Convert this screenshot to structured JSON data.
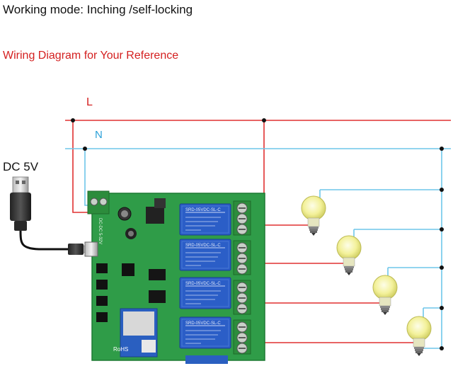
{
  "title": "Working mode: Inching /self-locking",
  "subtitle": "Wiring Diagram for Your Reference",
  "labels": {
    "live": "L",
    "neutral": "N",
    "power": "DC 5V"
  },
  "board": {
    "input_label": "DC-DC 5-32V",
    "relay_label": "SRD-05VDC-SL-C",
    "relay_count": 4,
    "cert_mark": "RoHS"
  },
  "colors": {
    "live_wire": "#e03030",
    "neutral_wire": "#6ec6ea",
    "pcb": "#2f9c48",
    "relay": "#2b5ec7",
    "terminal": "#2c8c3c",
    "bulb": "#f3f19a"
  },
  "icons": [
    "usb-plug-icon",
    "bulb-icon",
    "relay-icon",
    "terminal-block-icon",
    "chip-icon"
  ]
}
